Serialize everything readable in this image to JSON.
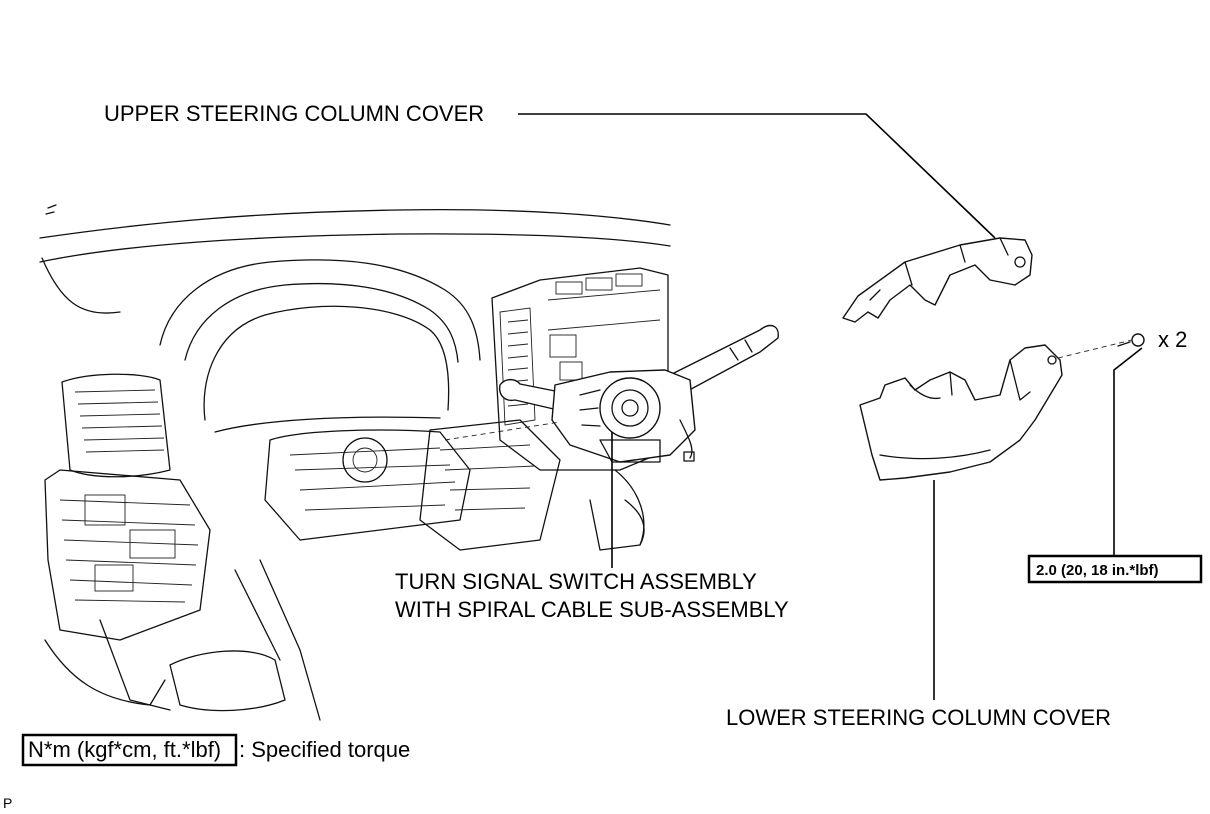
{
  "labels": {
    "upper_cover": "UPPER STEERING COLUMN COVER",
    "turn_signal_line1": "TURN SIGNAL SWITCH ASSEMBLY",
    "turn_signal_line2": "WITH SPIRAL CABLE SUB-ASSEMBLY",
    "lower_cover": "LOWER STEERING COLUMN COVER",
    "screw_qty": "x 2",
    "torque_value": "2.0 (20, 18 in.*lbf)",
    "legend_unit": "N*m (kgf*cm, ft.*lbf)",
    "legend_text": ": Specified torque",
    "corner_mark": "P"
  }
}
